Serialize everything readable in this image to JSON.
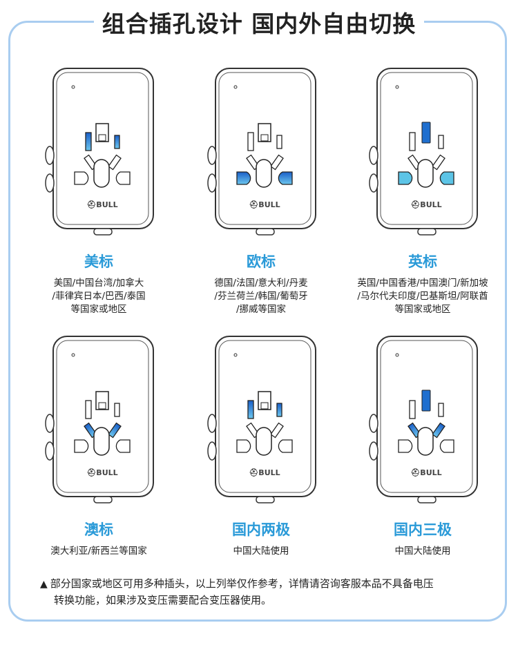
{
  "title": "组合插孔设计 国内外自由切换",
  "brand": "BULL",
  "cards": [
    {
      "label": "美标",
      "desc": [
        "美国/中国台湾/加拿大",
        "/菲律宾日本/巴西/泰国",
        "等国家或地区"
      ],
      "highlight": [
        "verticals"
      ]
    },
    {
      "label": "欧标",
      "desc": [
        "德国/法国/意大利/丹麦",
        "/芬兰荷兰/韩国/葡萄牙",
        "/挪威等国家"
      ],
      "highlight": [
        "rounds"
      ]
    },
    {
      "label": "英标",
      "desc": [
        "英国/中国香港/中国澳门/新加坡",
        "/马尔代夫印度/巴基斯坦/阿联酋",
        "等国家或地区"
      ],
      "highlight": [
        "uktop",
        "rounds-light"
      ]
    },
    {
      "label": "澳标",
      "desc": [
        "澳大利亚/新西兰等国家"
      ],
      "highlight": [
        "diagonals"
      ]
    },
    {
      "label": "国内两极",
      "desc": [
        "中国大陆使用"
      ],
      "highlight": [
        "verticals"
      ]
    },
    {
      "label": "国内三极",
      "desc": [
        "中国大陆使用"
      ],
      "highlight": [
        "uktop",
        "diagonals"
      ]
    }
  ],
  "note": {
    "icon": "warning-icon",
    "line1": "部分国家或地区可用多种插头，以上列举仅作参考，详情请咨询客服本品不具备电压",
    "line2": "转换功能，如果涉及变压需要配合变压器使用。"
  },
  "colors": {
    "accent": "#2a9ad8",
    "frame": "#a9cdf0",
    "blue": "#1f6fcf",
    "light": "#5cc4e6"
  }
}
